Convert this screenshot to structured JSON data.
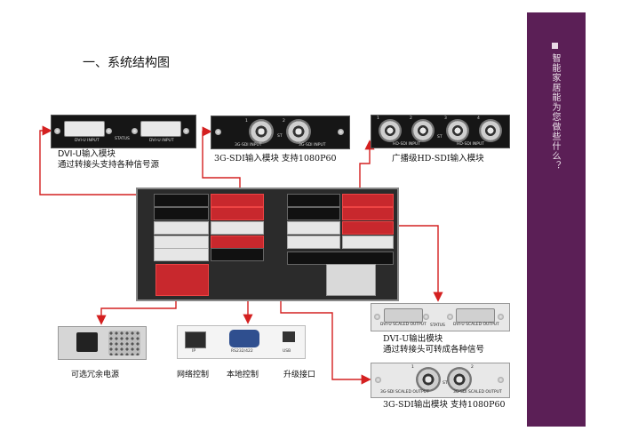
{
  "title": "一、系统结构图",
  "sidebar": {
    "slogan": "智能家居能为您做些什么？"
  },
  "modules": {
    "dvi_in": {
      "labels": [
        "DVI-U INPUT",
        "STATUS",
        "DVI-U INPUT"
      ],
      "caption_line1": "DVI-U输入模块",
      "caption_line2": "通过转接头支持各种信号源"
    },
    "sdi_in": {
      "labels": [
        "1",
        "2",
        "3G-SDI INPUT",
        "ST",
        "3G-SDI INPUT"
      ],
      "caption": "3G-SDI输入模块  支持1080P60"
    },
    "hd_sdi_in": {
      "labels": [
        "1",
        "2",
        "3",
        "4",
        "HD-SDI INPUT",
        "ST",
        "HD-SDI INPUT"
      ],
      "caption": "广播级HD-SDI输入模块"
    },
    "dvi_out": {
      "labels": [
        "DVI-U SCALED OUTPUT",
        "STATUS",
        "DVI-U SCALED OUTPUT"
      ],
      "caption_line1": "DVI-U输出模块",
      "caption_line2": "通过转接头可转成各种信号"
    },
    "sdi_out": {
      "labels": [
        "1",
        "2",
        "3G-SDI SCALED OUTPUT",
        "ST",
        "3G-SDI SCALED OUTPUT"
      ],
      "caption": "3G-SDI输出模块  支持1080P60"
    }
  },
  "bottom": {
    "psu_caption": "可选冗余电源",
    "ports": [
      "IP",
      "RS232/422",
      "USB"
    ],
    "captions": [
      "网络控制",
      "本地控制",
      "升级接口"
    ]
  },
  "colors": {
    "sidebar": "#5b1f56",
    "arrow": "#d42020",
    "chassis": "#2b2b2b"
  }
}
